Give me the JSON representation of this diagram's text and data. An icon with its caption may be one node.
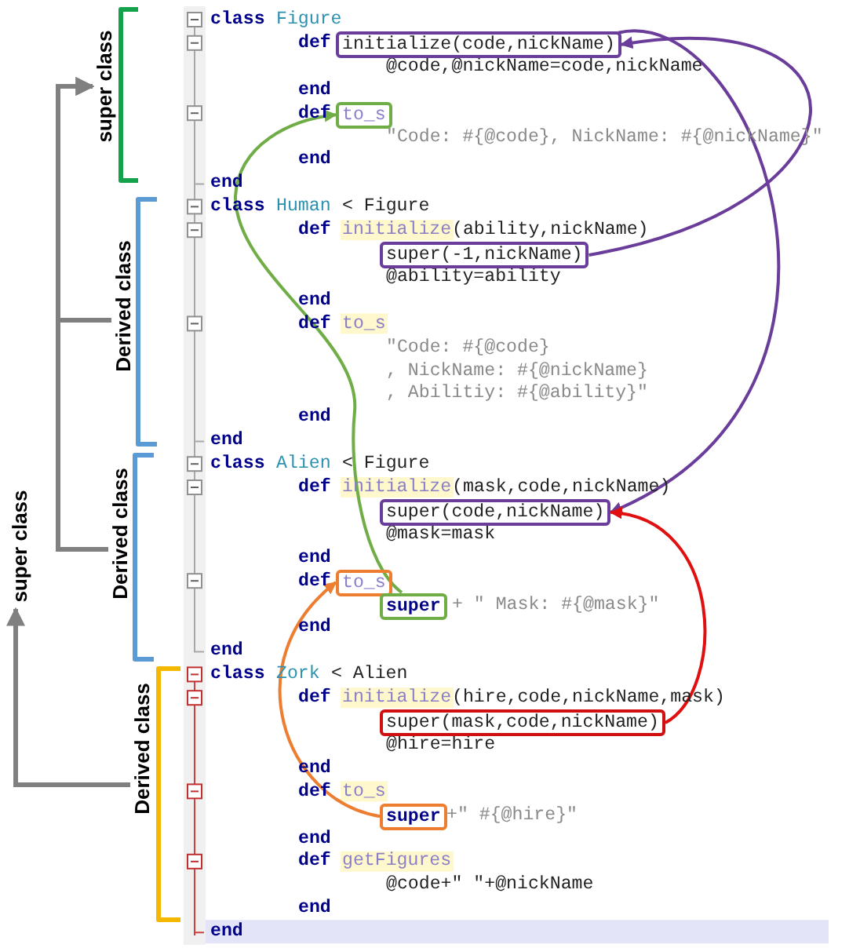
{
  "diagram": {
    "nodes": [
      {
        "text": [
          "initialize(code,nickName)"
        ]
      },
      {
        "text": [
          "to_s"
        ]
      },
      {
        "text": [
          "super(-1,nickName)"
        ]
      },
      {
        "text": [
          "super(code,nickName)"
        ]
      },
      {
        "text": [
          "to_s"
        ]
      },
      {
        "text": [
          "super"
        ]
      },
      {
        "text": [
          "super(mask,code,nickName)"
        ]
      },
      {
        "text": [
          "super"
        ]
      },
      {
        "text": [
          "super class"
        ]
      },
      {
        "text": [
          "Derived class"
        ]
      },
      {
        "text": [
          "Derived class"
        ]
      },
      {
        "text": [
          "super class"
        ]
      },
      {
        "text": [
          "Derived class"
        ]
      }
    ],
    "edges": [
      {
        "from": 2,
        "to": 0,
        "arrow": "to",
        "color": "#6a3d9a"
      },
      {
        "from": 0,
        "to": 3,
        "arrow": "to",
        "color": "#6a3d9a"
      },
      {
        "from": 5,
        "to": 1,
        "arrow": "to",
        "color": "#70ad47"
      },
      {
        "from": 7,
        "to": 4,
        "arrow": "to",
        "color": "#ed7d31"
      },
      {
        "from": 6,
        "to": 3,
        "arrow": "to",
        "color": "#e01010"
      },
      {
        "from": 9,
        "to": 8,
        "arrow": "to"
      },
      {
        "from": 10,
        "to": 8,
        "arrow": "to"
      },
      {
        "from": 12,
        "to": 11,
        "arrow": "to"
      }
    ],
    "labels": [
      "class",
      "Figure",
      "def",
      "@code,@nickName=code,nickName",
      "end",
      "def",
      "\"Code: #{@code}, NickName: #{@nickName}\"",
      "end",
      "end",
      "class",
      "Human",
      "< Figure",
      "def",
      "initialize",
      "(ability,nickName)",
      "@ability=ability",
      "end",
      "def",
      "to_s",
      "\"Code: #{@code}",
      ", NickName: #{@nickName}",
      ", Abilitiy: #{@ability}\"",
      "end",
      "end",
      "class",
      "Alien",
      "< Figure",
      "def",
      "initialize",
      "(mask,code,nickName)",
      "@mask=mask",
      "end",
      "def",
      "+ \" Mask: #{@mask}\"",
      "end",
      "end",
      "class",
      "Zork",
      "< Alien",
      "def",
      "initialize",
      "(hire,code,nickName,mask)",
      "@hire=hire",
      "end",
      "def",
      "to_s",
      "+\" #{@hire}\"",
      "end",
      "def",
      "getFigures",
      "@code+\" \"+@nickName",
      "end",
      "end"
    ]
  }
}
